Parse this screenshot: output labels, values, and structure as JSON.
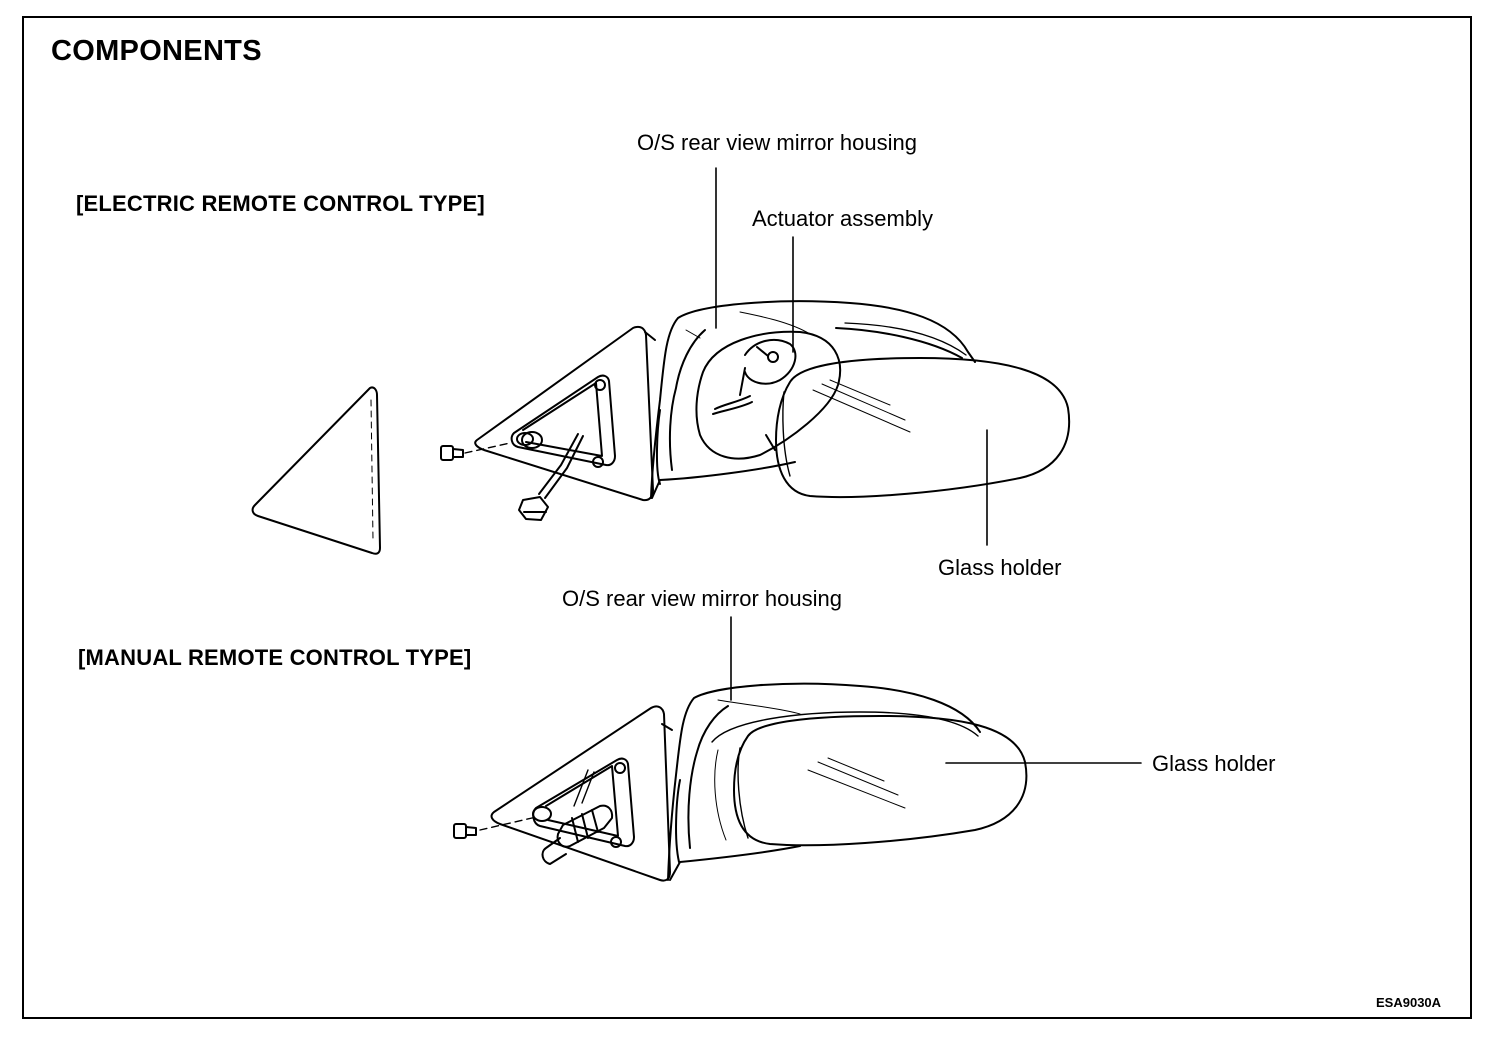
{
  "title": "COMPONENTS",
  "sections": {
    "electric": {
      "heading": "[ELECTRIC REMOTE CONTROL TYPE]",
      "labels": {
        "housing": "O/S rear view mirror housing",
        "actuator": "Actuator assembly",
        "glass_holder": "Glass holder"
      }
    },
    "manual": {
      "heading": "[MANUAL REMOTE CONTROL TYPE]",
      "labels": {
        "housing": "O/S rear view mirror housing",
        "glass_holder": "Glass holder"
      }
    }
  },
  "figure_code": "ESA9030A"
}
